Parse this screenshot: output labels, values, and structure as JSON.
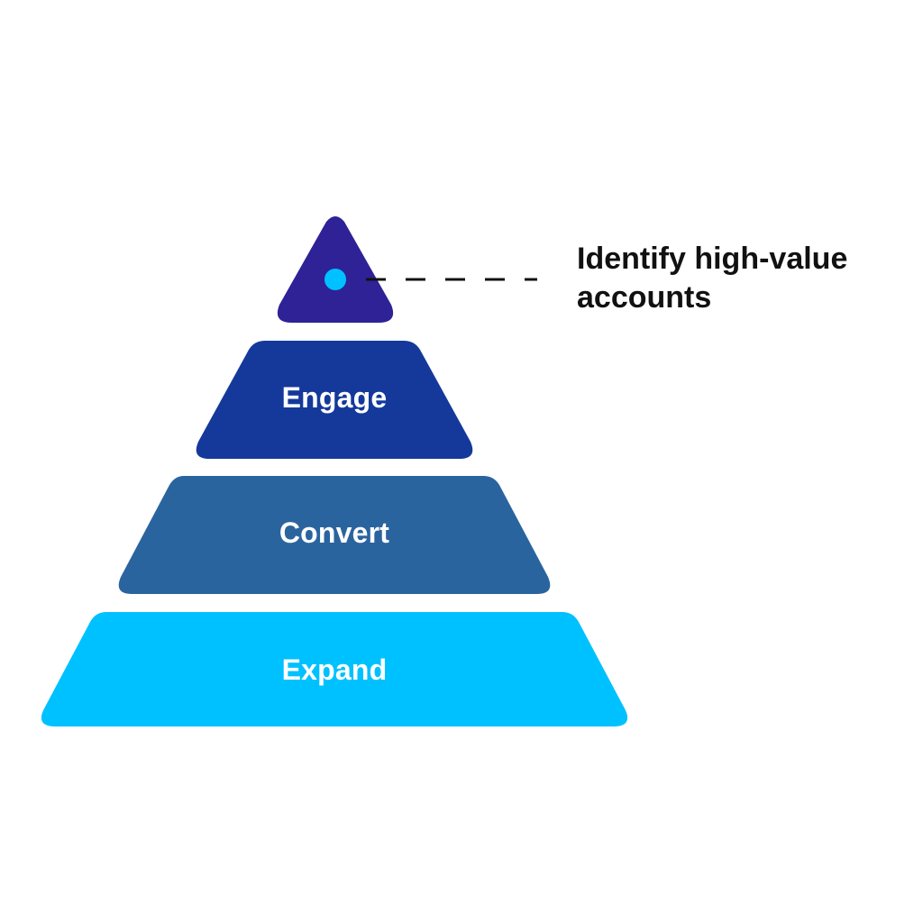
{
  "diagram": {
    "type": "pyramid",
    "levels": [
      {
        "id": "top",
        "label": "",
        "color": "#2E2296",
        "marker_color": "#00C1FF"
      },
      {
        "id": "engage",
        "label": "Engage",
        "color": "#14399B"
      },
      {
        "id": "convert",
        "label": "Convert",
        "color": "#2A649F"
      },
      {
        "id": "expand",
        "label": "Expand",
        "color": "#00C1FF"
      }
    ],
    "callout": {
      "line1": "Identify high-value",
      "line2": "accounts",
      "line_color": "#111111"
    }
  }
}
